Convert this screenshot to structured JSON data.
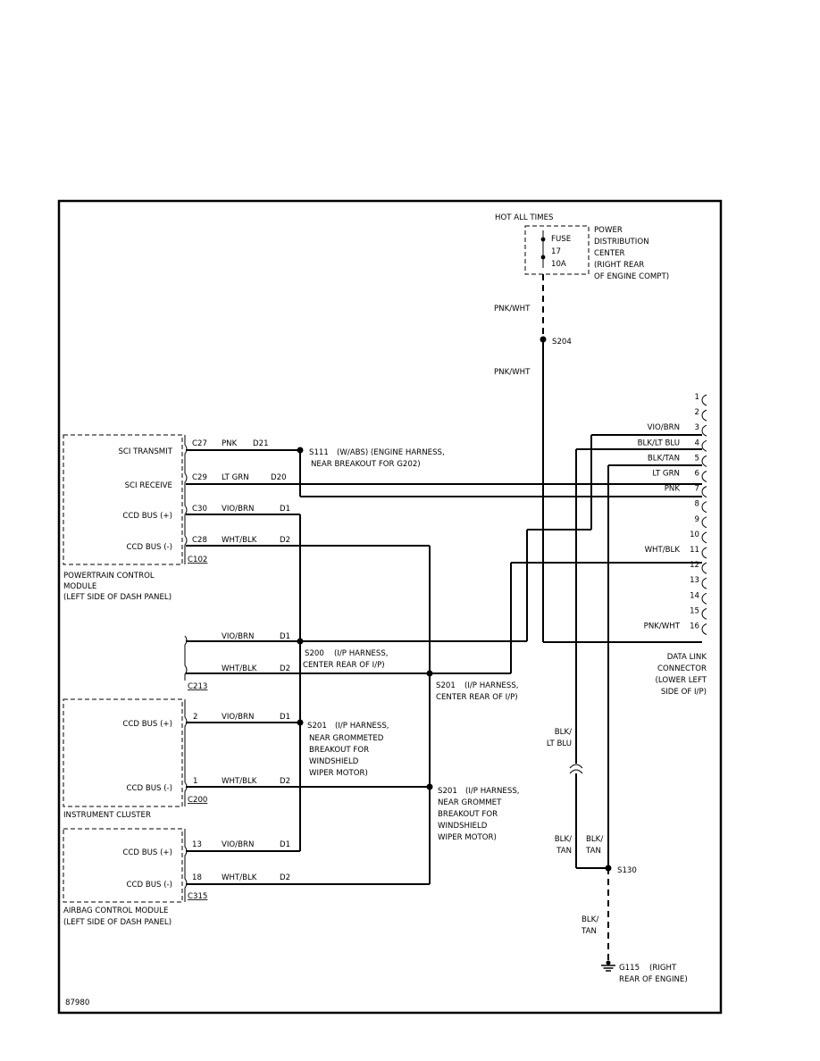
{
  "diagram_id": "87980",
  "power": {
    "hot_label": "HOT ALL TIMES",
    "fuse_label": "FUSE",
    "fuse_number": "17",
    "fuse_rating": "10A",
    "pdc_lines": [
      "POWER",
      "DISTRIBUTION",
      "CENTER",
      "(RIGHT REAR",
      "OF ENGINE COMPT)"
    ],
    "wire_upper": "PNK/WHT",
    "splice": "S204",
    "wire_lower": "PNK/WHT"
  },
  "pcm": {
    "pins": [
      {
        "name": "SCI TRANSMIT",
        "cav": "C27",
        "color": "PNK",
        "circuit": "D21"
      },
      {
        "name": "SCI RECEIVE",
        "cav": "C29",
        "color": "LT GRN",
        "circuit": "D20"
      },
      {
        "name": "CCD BUS (+)",
        "cav": "C30",
        "color": "VIO/BRN",
        "circuit": "D1"
      },
      {
        "name": "CCD BUS (-)",
        "cav": "C28",
        "color": "WHT/BLK",
        "circuit": "D2"
      }
    ],
    "connector": "C102",
    "label_lines": [
      "POWERTRAIN CONTROL",
      "MODULE",
      "(LEFT SIDE OF DASH PANEL)"
    ]
  },
  "s111": {
    "name": "S111",
    "desc1": "(W/ABS)    (ENGINE HARNESS,",
    "desc2": "NEAR BREAKOUT FOR G202)"
  },
  "c213": {
    "connector": "C213",
    "wires": [
      {
        "color": "VIO/BRN",
        "circuit": "D1"
      },
      {
        "color": "WHT/BLK",
        "circuit": "D2"
      }
    ]
  },
  "s200": {
    "name": "S200",
    "desc1": "(I/P HARNESS,",
    "desc2": "CENTER REAR OF I/P)"
  },
  "s201_center": {
    "name": "S201",
    "desc1": "(I/P HARNESS,",
    "desc2": "CENTER REAR OF I/P)"
  },
  "s201_grommet1": {
    "name": "S201",
    "lines": [
      "(I/P HARNESS,",
      "NEAR GROMMETED",
      "BREAKOUT FOR",
      "WINDSHIELD",
      "WIPER MOTOR)"
    ]
  },
  "s201_grommet2": {
    "name": "S201",
    "lines": [
      "(I/P HARNESS,",
      "NEAR GROMMET",
      "BREAKOUT FOR",
      "WINDSHIELD",
      "WIPER MOTOR)"
    ]
  },
  "cluster": {
    "pins": [
      {
        "name": "CCD BUS (+)",
        "cav": "2",
        "color": "VIO/BRN",
        "circuit": "D1"
      },
      {
        "name": "CCD BUS (-)",
        "cav": "1",
        "color": "WHT/BLK",
        "circuit": "D2"
      }
    ],
    "connector": "C200",
    "label": "INSTRUMENT CLUSTER"
  },
  "airbag": {
    "pins": [
      {
        "name": "CCD BUS (+)",
        "cav": "13",
        "color": "VIO/BRN",
        "circuit": "D1"
      },
      {
        "name": "CCD BUS (-)",
        "cav": "18",
        "color": "WHT/BLK",
        "circuit": "D2"
      }
    ],
    "connector": "C315",
    "label_lines": [
      "AIRBAG CONTROL MODULE",
      "(LEFT SIDE OF DASH PANEL)"
    ]
  },
  "dlc": {
    "pin_numbers": [
      "1",
      "2",
      "3",
      "4",
      "5",
      "6",
      "7",
      "8",
      "9",
      "10",
      "11",
      "12",
      "13",
      "14",
      "15",
      "16"
    ],
    "pin_colors": {
      "3": "VIO/BRN",
      "4": "BLK/LT BLU",
      "5": "BLK/TAN",
      "6": "LT GRN",
      "7": "PNK",
      "11": "WHT/BLK",
      "16": "PNK/WHT"
    },
    "label_lines": [
      "DATA LINK",
      "CONNECTOR",
      "(LOWER LEFT",
      "SIDE OF I/P)"
    ]
  },
  "ground": {
    "wire_blk_ltblu": [
      "BLK/",
      "LT BLU"
    ],
    "wire_blk_tan_left": [
      "BLK/",
      "TAN"
    ],
    "wire_blk_tan_right": [
      "BLK/",
      "TAN"
    ],
    "splice": "S130",
    "wire_blk_tan_lower": [
      "BLK/",
      "TAN"
    ],
    "ground_name": "G115",
    "ground_desc1": "(RIGHT",
    "ground_desc2": "REAR OF ENGINE)"
  }
}
